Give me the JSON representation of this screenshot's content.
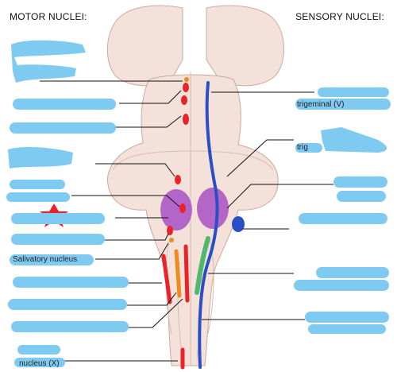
{
  "titles": {
    "motor": "MOTOR NUCLEI:",
    "sensory": "SENSORY NUCLEI:"
  },
  "visible_fragments": {
    "motor_salivatory": "Salivatory nucleus",
    "motor_bottom": "nucleus (X)",
    "sensory_trig_1": "trigeminal (V)",
    "sensory_trig_2": "trig"
  },
  "colors": {
    "brainstem_fill": "#f4e1da",
    "brainstem_edge": "#c9aaa0",
    "motor_nucleus": "#e8232a",
    "sensory_tract": "#2a4fc4",
    "vestibular_purple": "#b466c8",
    "solitary_green": "#4fb86a",
    "orange_nucleus": "#f08a1e",
    "label_redaction": "#7fcaf0",
    "leader_line": "#111111"
  }
}
